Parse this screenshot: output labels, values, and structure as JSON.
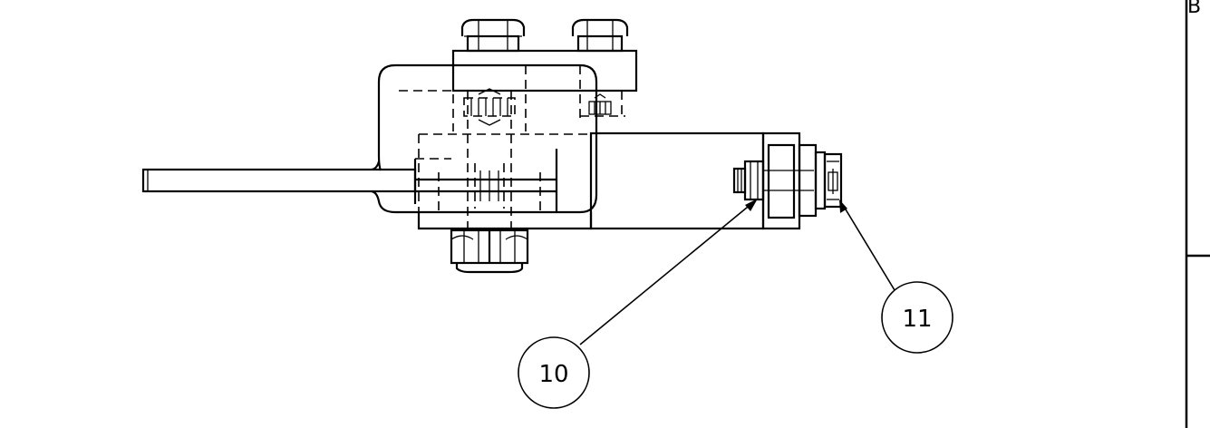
{
  "drawing": {
    "frame_zone_letter": "B",
    "balloons": [
      {
        "label": "10"
      },
      {
        "label": "11"
      }
    ]
  }
}
